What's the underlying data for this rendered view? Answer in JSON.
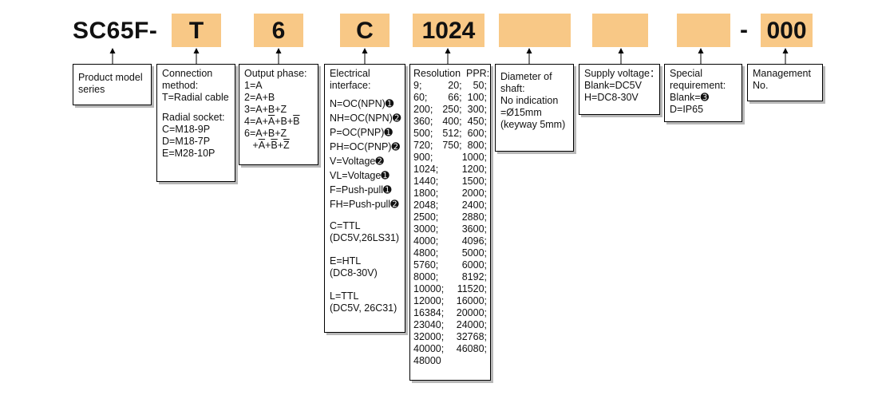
{
  "header": {
    "model": "SC65F-",
    "codes": [
      "T",
      "6",
      "C",
      "1024",
      "",
      "",
      "",
      "000"
    ],
    "dash": "-"
  },
  "boxes": {
    "product": [
      "Product model",
      "series"
    ],
    "connection": {
      "top": [
        "Connection",
        "method:",
        "T=Radial cable"
      ],
      "bottom": [
        "Radial socket:",
        "C=M18-9P",
        "D=M18-7P",
        "E=M28-10P"
      ]
    },
    "output": {
      "title": "Output phase:",
      "lines": [
        "1=A",
        "2=A+B",
        "3=A+B+Z",
        "4=A+A+B+B",
        "6=A+B+Z",
        "   +A+B+Z"
      ]
    },
    "electrical": {
      "title": [
        "Electrical",
        "interface:"
      ],
      "items": [
        "N=OC(NPN)➊",
        "NH=OC(NPN)➋",
        "P=OC(PNP)➊",
        "PH=OC(PNP)➋",
        "V=Voltage➋",
        "VL=Voltage➊",
        "F=Push-pull➊",
        "FH=Push-pull➋"
      ],
      "groups": [
        [
          "C=TTL",
          "(DC5V,26LS31)"
        ],
        [
          "E=HTL",
          "(DC8-30V)"
        ],
        [
          "L=TTL",
          "(DC5V, 26C31)"
        ]
      ]
    },
    "resolution": {
      "title": "Resolution  PPR:",
      "rows3": [
        [
          "9;",
          "20;",
          "50;"
        ],
        [
          "60;",
          "66;",
          "100;"
        ],
        [
          "200;",
          "250;",
          "300;"
        ],
        [
          "360;",
          "400;",
          "450;"
        ],
        [
          "500;",
          "512;",
          "600;"
        ],
        [
          "720;",
          "750;",
          "800;"
        ]
      ],
      "rows2": [
        [
          "900;",
          "1000;"
        ],
        [
          "1024;",
          "1200;"
        ],
        [
          "1440;",
          "1500;"
        ],
        [
          "1800;",
          "2000;"
        ],
        [
          "2048;",
          "2400;"
        ],
        [
          "2500;",
          "2880;"
        ],
        [
          "3000;",
          "3600;"
        ],
        [
          "4000;",
          "4096;"
        ],
        [
          "4800;",
          "5000;"
        ],
        [
          "5760;",
          "6000;"
        ],
        [
          "8000;",
          "8192;"
        ],
        [
          "10000;",
          "11520;"
        ],
        [
          "12000;",
          "16000;"
        ],
        [
          "16384;",
          "20000;"
        ],
        [
          "23040;",
          "24000;"
        ],
        [
          "32000;",
          "32768;"
        ],
        [
          "40000;",
          "46080;"
        ]
      ],
      "last": "48000"
    },
    "shaft": [
      "Diameter of",
      "shaft:",
      "No indication",
      "=Ø15mm",
      "(keyway 5mm)"
    ],
    "supply": [
      "Supply voltage：",
      "Blank=DC5V",
      "H=DC8-30V"
    ],
    "special": [
      "Special",
      "requirement:",
      "Blank=➌",
      "D=IP65"
    ],
    "management": [
      "Management",
      "No."
    ]
  }
}
